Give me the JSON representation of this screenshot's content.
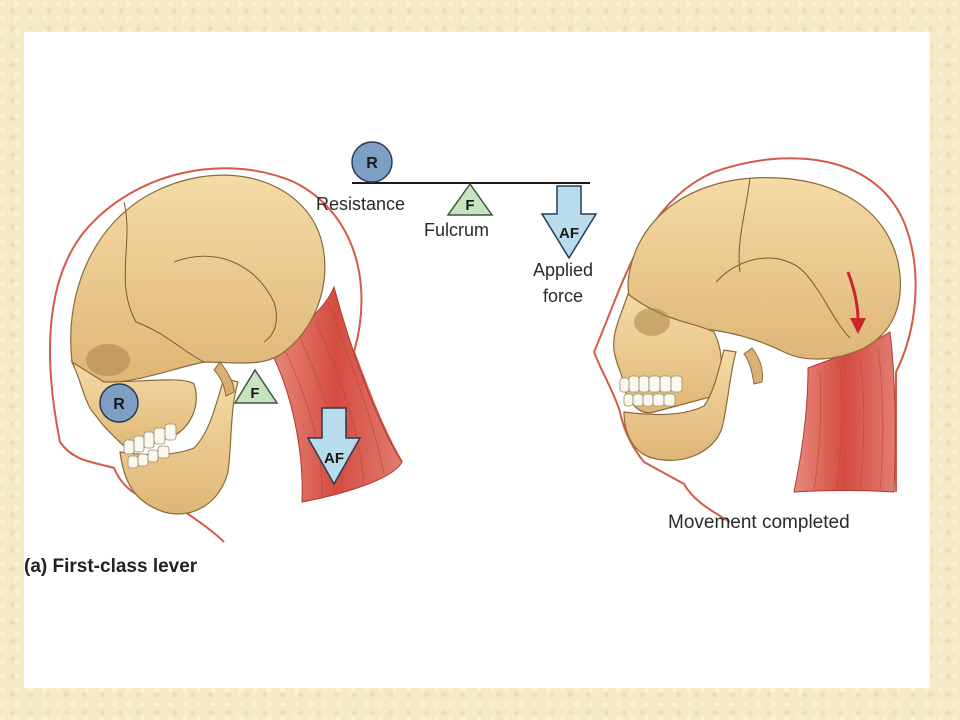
{
  "diagram": {
    "lever": {
      "resistance_marker": "R",
      "resistance_label": "Resistance",
      "fulcrum_marker": "F",
      "fulcrum_label": "Fulcrum",
      "applied_force_marker": "AF",
      "applied_force_label_line1": "Applied",
      "applied_force_label_line2": "force"
    },
    "left_head": {
      "resistance_marker": "R",
      "fulcrum_marker": "F",
      "applied_force_marker": "AF"
    },
    "right_head": {
      "caption": "Movement completed"
    },
    "caption": "(a) First-class lever"
  },
  "colors": {
    "bone": "#eccf95",
    "bone_shadow": "#cfa866",
    "muscle": "#d9574a",
    "skin_outline": "#d45a4a",
    "resistance_circle": "#7e9fc4",
    "fulcrum_triangle": "#c7e3bf",
    "applied_force_arrow": "#b8dcec",
    "arrow_red": "#c8262a"
  }
}
